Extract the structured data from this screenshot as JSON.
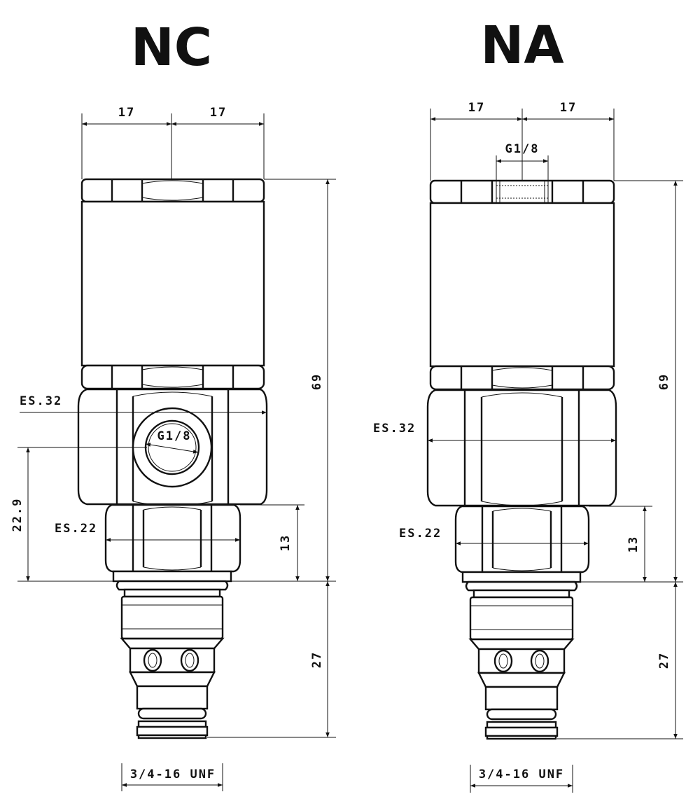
{
  "views": [
    {
      "title": "NC",
      "width_left": "17",
      "width_right": "17",
      "port_label": "G1/8",
      "hex_large": "ES.32",
      "hex_small": "ES.22",
      "height_total": "69",
      "height_port": "22.9",
      "height_hex": "13",
      "height_cartridge": "27",
      "thread": "3/4-16 UNF"
    },
    {
      "title": "NA",
      "width_left": "17",
      "width_right": "17",
      "port_label": "G1/8",
      "hex_large": "ES.32",
      "hex_small": "ES.22",
      "height_total": "69",
      "height_hex": "13",
      "height_cartridge": "27",
      "thread": "3/4-16 UNF"
    }
  ]
}
